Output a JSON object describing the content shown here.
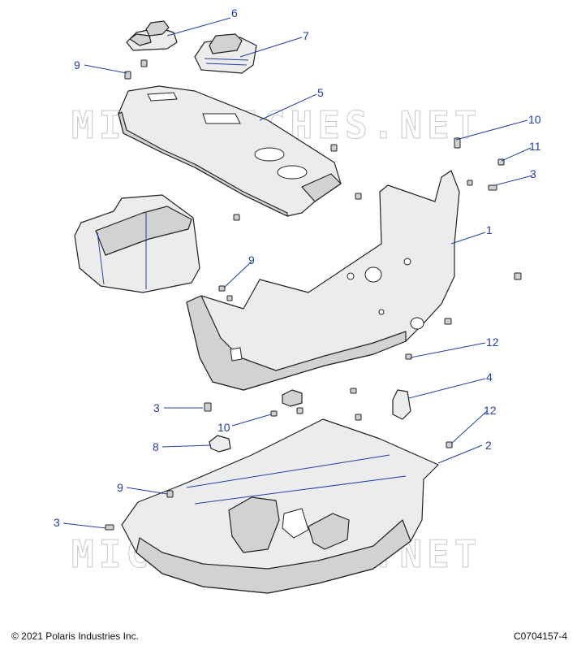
{
  "watermark": "MICROFICHES.NET",
  "footer": {
    "copyright": "© 2021 Polaris Industries Inc.",
    "figure_id": "C0704157-4"
  },
  "callouts": [
    {
      "id": "c6",
      "label": "6"
    },
    {
      "id": "c7",
      "label": "7"
    },
    {
      "id": "c9a",
      "label": "9"
    },
    {
      "id": "c5",
      "label": "5"
    },
    {
      "id": "c10a",
      "label": "10"
    },
    {
      "id": "c11",
      "label": "11"
    },
    {
      "id": "c3a",
      "label": "3"
    },
    {
      "id": "c1",
      "label": "1"
    },
    {
      "id": "c9b",
      "label": "9"
    },
    {
      "id": "c12a",
      "label": "12"
    },
    {
      "id": "c4",
      "label": "4"
    },
    {
      "id": "c3b",
      "label": "3"
    },
    {
      "id": "c10b",
      "label": "10"
    },
    {
      "id": "c12b",
      "label": "12"
    },
    {
      "id": "c8",
      "label": "8"
    },
    {
      "id": "c2",
      "label": "2"
    },
    {
      "id": "c9c",
      "label": "9"
    },
    {
      "id": "c3c",
      "label": "3"
    }
  ],
  "colors": {
    "callout": "#1f3fa6",
    "part_fill": "#ececec",
    "outline": "#222222",
    "watermark": "#c8c8c8"
  }
}
